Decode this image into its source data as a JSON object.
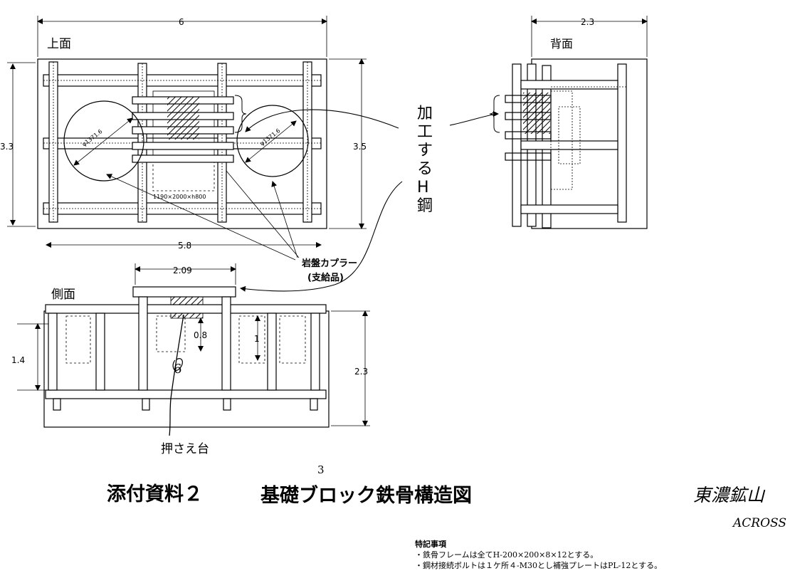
{
  "top_view": {
    "label": "上面",
    "dim_width": "6",
    "dim_inner_width": "5.8",
    "dim_height_left": "3.3",
    "dim_height_right": "3.5",
    "coupler_dia_left": "φ1371.6",
    "coupler_dia_right": "φ1371.6",
    "box_dims": "1190×2000×h800"
  },
  "back_view": {
    "label": "背面",
    "dim_width": "2.3"
  },
  "side_view": {
    "label": "側面",
    "dim_top": "2.09",
    "dim_left": "1.4",
    "dim_right": "2.3",
    "dim_inner_1": "0.8",
    "dim_inner_2": "1"
  },
  "callouts": {
    "h_steel": "加工するH鋼",
    "coupler_label": "岩盤カプラー",
    "coupler_note": "(支給品)",
    "press_stand": "押さえ台",
    "mark_6": "6",
    "page_mark": "3"
  },
  "title": {
    "attachment": "添付資料２",
    "main": "基礎ブロック鉄骨構造図"
  },
  "signature": {
    "line1": "東濃鉱山",
    "line2": "ACROSS"
  },
  "notes": {
    "heading": "特記事項",
    "items": [
      "・鉄骨フレームは全てH-200×200×8×12とする。",
      "・鋼材接続ボルトは１ケ所４-M30とし補強プレートはPL-12とする。"
    ]
  }
}
